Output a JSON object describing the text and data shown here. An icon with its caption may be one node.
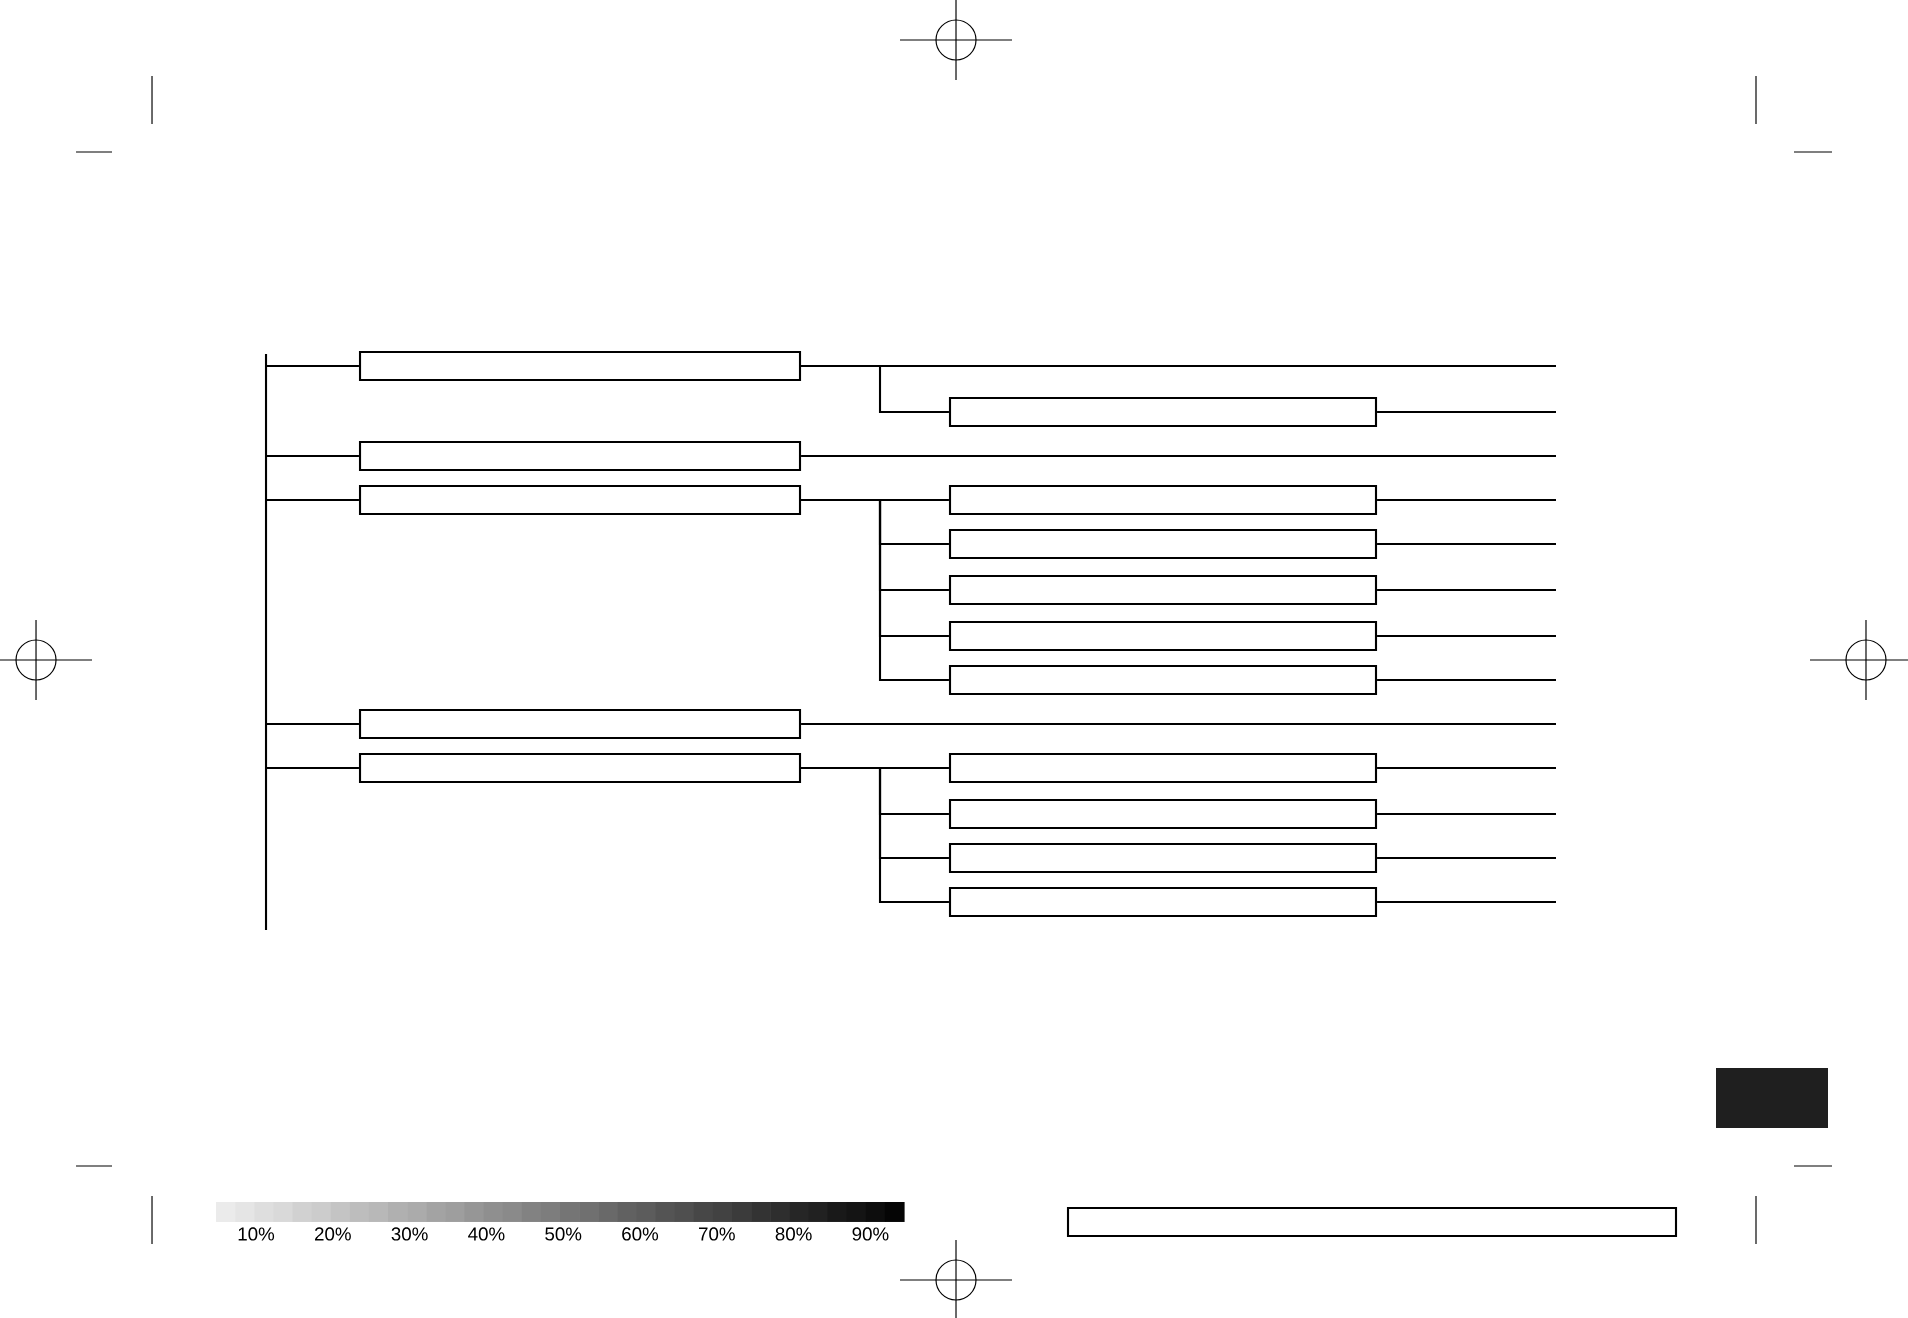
{
  "diagram": {
    "nodes": [
      {
        "text": [],
        "shape": "box"
      },
      {
        "text": [],
        "shape": "box"
      },
      {
        "text": [],
        "shape": "box"
      },
      {
        "text": [],
        "shape": "box"
      },
      {
        "text": [],
        "shape": "box"
      },
      {
        "text": [],
        "shape": "box"
      },
      {
        "text": [],
        "shape": "box"
      },
      {
        "text": [],
        "shape": "box"
      },
      {
        "text": [],
        "shape": "box"
      },
      {
        "text": [],
        "shape": "box"
      },
      {
        "text": [],
        "shape": "box"
      },
      {
        "text": [],
        "shape": "box"
      },
      {
        "text": [],
        "shape": "box"
      },
      {
        "text": [],
        "shape": "box"
      },
      {
        "text": [],
        "shape": "box"
      },
      {
        "text": [],
        "shape": "box"
      }
    ],
    "edges": [
      {
        "from": null,
        "to": 0,
        "arrow": "none"
      },
      {
        "from": null,
        "to": 2,
        "arrow": "none"
      },
      {
        "from": null,
        "to": 3,
        "arrow": "none"
      },
      {
        "from": null,
        "to": 9,
        "arrow": "none"
      },
      {
        "from": null,
        "to": 10,
        "arrow": "none"
      },
      {
        "from": 0,
        "to": null,
        "arrow": "none"
      },
      {
        "from": 0,
        "to": 1,
        "arrow": "none"
      },
      {
        "from": 1,
        "to": null,
        "arrow": "none"
      },
      {
        "from": 2,
        "to": null,
        "arrow": "none"
      },
      {
        "from": 3,
        "to": 4,
        "arrow": "none"
      },
      {
        "from": 3,
        "to": 5,
        "arrow": "none"
      },
      {
        "from": 3,
        "to": 6,
        "arrow": "none"
      },
      {
        "from": 3,
        "to": 7,
        "arrow": "none"
      },
      {
        "from": 3,
        "to": 8,
        "arrow": "none"
      },
      {
        "from": 4,
        "to": null,
        "arrow": "none"
      },
      {
        "from": 5,
        "to": null,
        "arrow": "none"
      },
      {
        "from": 6,
        "to": null,
        "arrow": "none"
      },
      {
        "from": 7,
        "to": null,
        "arrow": "none"
      },
      {
        "from": 8,
        "to": null,
        "arrow": "none"
      },
      {
        "from": 9,
        "to": null,
        "arrow": "none"
      },
      {
        "from": 10,
        "to": 11,
        "arrow": "none"
      },
      {
        "from": 10,
        "to": 12,
        "arrow": "none"
      },
      {
        "from": 10,
        "to": 13,
        "arrow": "none"
      },
      {
        "from": 10,
        "to": 14,
        "arrow": "none"
      },
      {
        "from": 11,
        "to": null,
        "arrow": "none"
      },
      {
        "from": 12,
        "to": null,
        "arrow": "none"
      },
      {
        "from": 13,
        "to": null,
        "arrow": "none"
      },
      {
        "from": 14,
        "to": null,
        "arrow": "none"
      }
    ],
    "labels": [
      "10%",
      "20%",
      "30%",
      "40%",
      "50%",
      "60%",
      "70%",
      "80%",
      "90%"
    ]
  }
}
